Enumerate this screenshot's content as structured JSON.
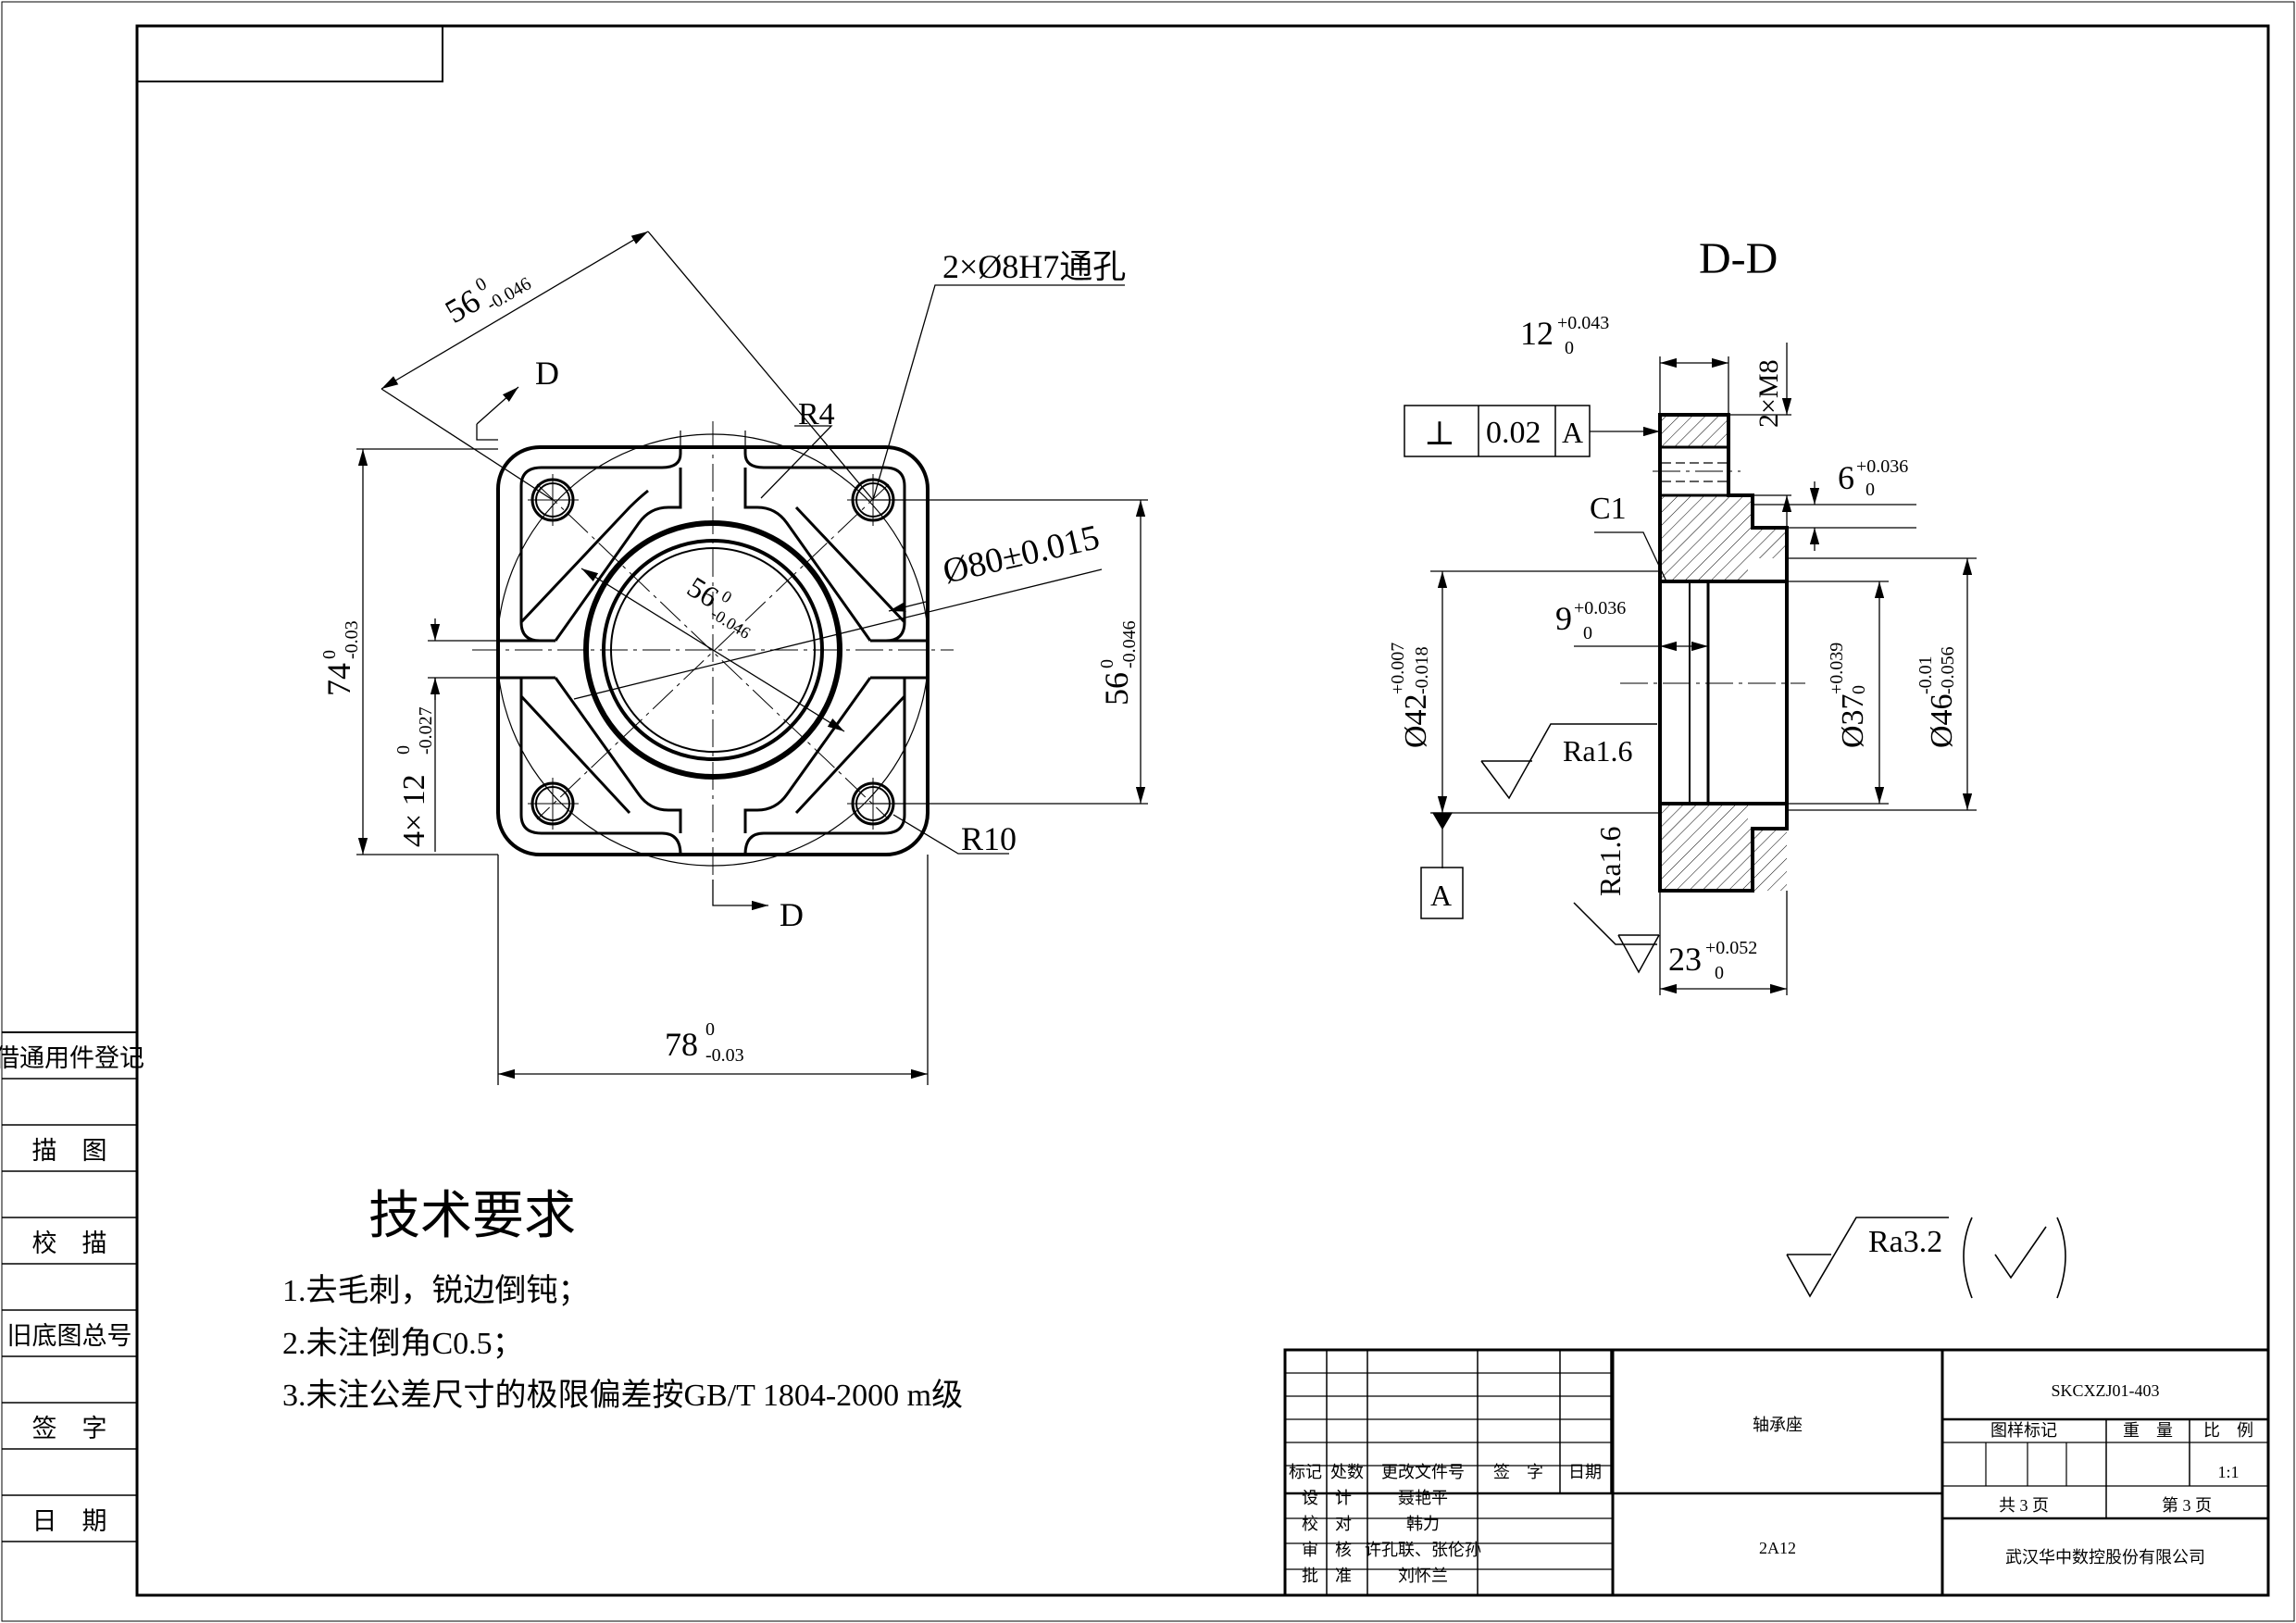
{
  "front_view": {
    "dim_top": {
      "base": "56",
      "upper": "0",
      "lower": "-0.046"
    },
    "holes_note": "2×Ø8H7通孔",
    "section_marker": "D",
    "radius_small": "R4",
    "dim_circle": "Ø80±0.015",
    "dim_inner_diag": {
      "base": "56",
      "upper": "0",
      "lower": "-0.046"
    },
    "dim_height_74": {
      "base": "74",
      "upper": "0",
      "lower": "-0.03"
    },
    "dim_slot": {
      "prefix": "4× 12",
      "upper": "0",
      "lower": "-0.027"
    },
    "dim_right_56": {
      "base": "56",
      "upper": "0",
      "lower": "-0.046"
    },
    "radius_large": "R10",
    "dim_width_78": {
      "base": "78",
      "upper": "0",
      "lower": "-0.03"
    }
  },
  "section_view": {
    "title": "D-D",
    "dim_12": {
      "base": "12",
      "upper": "+0.043",
      "lower": "0"
    },
    "thread": "2×M8",
    "gdt": {
      "symbol": "⊥",
      "tolerance": "0.02",
      "datum": "A"
    },
    "dim_6": {
      "base": "6",
      "upper": "+0.036",
      "lower": "0"
    },
    "chamfer": "C1",
    "dim_9": {
      "base": "9",
      "upper": "+0.036",
      "lower": "0"
    },
    "dim_d42": {
      "base": "Ø42",
      "upper": "+0.007",
      "lower": "-0.018"
    },
    "dim_d37": {
      "base": "Ø37",
      "upper": "+0.039",
      "lower": "0"
    },
    "dim_d46": {
      "base": "Ø46",
      "upper": "-0.01",
      "lower": "-0.056"
    },
    "roughness_1": "Ra1.6",
    "roughness_2": "Ra1.6",
    "datum_label": "A",
    "dim_23": {
      "base": "23",
      "upper": "+0.052",
      "lower": "0"
    }
  },
  "tech_requirements": {
    "title": "技术要求",
    "items": [
      "1.去毛刺，锐边倒钝；",
      "2.未注倒角C0.5；",
      "3.未注公差尺寸的极限偏差按GB/T 1804-2000 m级"
    ]
  },
  "general_roughness": "Ra3.2",
  "side_registry": [
    "借通用件登记",
    "描　图",
    "校　描",
    "旧底图总号",
    "签　字",
    "日　期"
  ],
  "title_block": {
    "drawing_number": "SKCXZJ01-403",
    "part_name": "轴承座",
    "material": "2A12",
    "company": "武汉华中数控股份有限公司",
    "headers": [
      "标记",
      "处数",
      "更改文件号",
      "签　字",
      "日期"
    ],
    "roles": [
      {
        "role": "设　计",
        "name": "聂艳平"
      },
      {
        "role": "校　对",
        "name": "韩力"
      },
      {
        "role": "审　核",
        "name": "许孔联、张伦孙"
      },
      {
        "role": "批　准",
        "name": "刘怀兰"
      }
    ],
    "mark_label": "图样标记",
    "weight_label": "重　量",
    "scale_label": "比　例",
    "scale": "1:1",
    "total_sheets": "共 3 页",
    "sheet_no": "第 3 页"
  }
}
